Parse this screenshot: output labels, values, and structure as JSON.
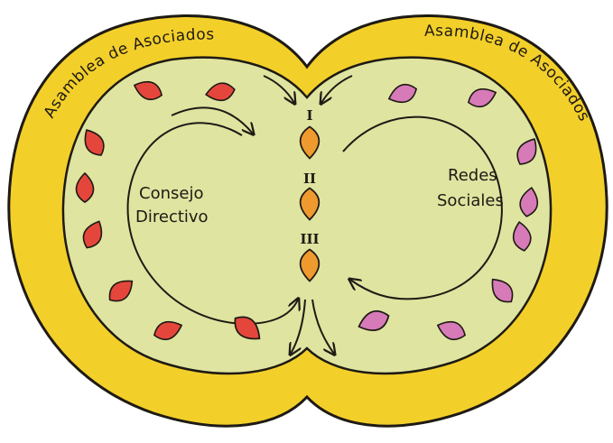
{
  "labels": {
    "left_arc": "Asamblea de Asociados",
    "right_arc": "Asamblea de Asociados",
    "left_center": [
      "Consejo",
      "Directivo"
    ],
    "right_center": [
      "Redes",
      "Sociales"
    ],
    "numerals": [
      "I",
      "II",
      "III"
    ]
  },
  "colors": {
    "outer_ring": "#f3cf2a",
    "outer_ring_light": "#f8e05a",
    "inner_area": "#dfe4a0",
    "outline": "#1e1a14",
    "left_drops": "#e5463b",
    "right_drops": "#d77ab8",
    "center_drops": "#ef9a2e"
  },
  "icons": {
    "left_drop": "red-teardrop-icon",
    "right_drop": "pink-teardrop-icon",
    "center_drop": "orange-teardrop-icon"
  }
}
